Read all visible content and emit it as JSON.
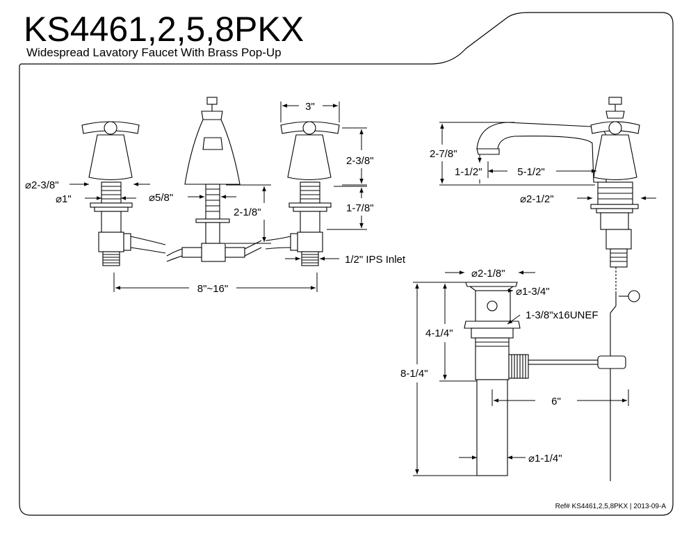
{
  "header": {
    "model": "KS4461,2,5,8PKX",
    "description": "Widespread Lavatory Faucet With Brass Pop-Up"
  },
  "front_view": {
    "handle_width": "3\"",
    "handle_height": "2-3/8\"",
    "flange_diameter": "⌀2-3/8\"",
    "shank_diameter": "⌀1\"",
    "spout_shank_diameter": "⌀5/8\"",
    "spout_shank_length": "2-1/8\"",
    "valve_shank_length": "1-7/8\"",
    "inlet": "1/2\" IPS Inlet",
    "spread": "8\"~16\""
  },
  "side_view": {
    "overall_height": "2-7/8\"",
    "spout_clearance": "1-1/2\"",
    "spout_reach": "5-1/2\"",
    "base_diameter": "⌀2-1/2\""
  },
  "popup_drain": {
    "flange_diameter": "⌀2-1/8\"",
    "top_diameter": "⌀1-3/4\"",
    "thread": "1-3/8\"x16UNEF",
    "body_length": "4-1/4\"",
    "overall_length": "8-1/4\"",
    "rod_length": "6\"",
    "tailpiece_diameter": "⌀1-1/4\""
  },
  "footer": {
    "ref": "Ref# KS4461,2,5,8PKX | 2013-09-A"
  }
}
